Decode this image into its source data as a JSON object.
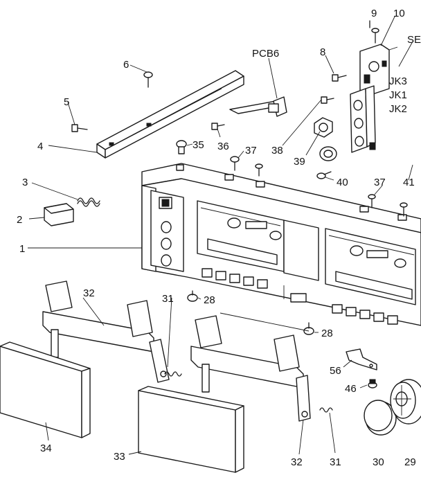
{
  "diagram": {
    "callouts": [
      {
        "id": "c1",
        "text": "1"
      },
      {
        "id": "c2",
        "text": "2"
      },
      {
        "id": "c3",
        "text": "3"
      },
      {
        "id": "c4",
        "text": "4"
      },
      {
        "id": "c5",
        "text": "5"
      },
      {
        "id": "c6",
        "text": "6"
      },
      {
        "id": "c8",
        "text": "8"
      },
      {
        "id": "c9",
        "text": "9"
      },
      {
        "id": "c10",
        "text": "10"
      },
      {
        "id": "cse",
        "text": "SE"
      },
      {
        "id": "cjk3",
        "text": "JK3"
      },
      {
        "id": "cjk1",
        "text": "JK1"
      },
      {
        "id": "cjk2",
        "text": "JK2"
      },
      {
        "id": "cpcb6",
        "text": "PCB6"
      },
      {
        "id": "c35",
        "text": "35"
      },
      {
        "id": "c36",
        "text": "36"
      },
      {
        "id": "c37a",
        "text": "37"
      },
      {
        "id": "c37b",
        "text": "37"
      },
      {
        "id": "c38",
        "text": "38"
      },
      {
        "id": "c39",
        "text": "39"
      },
      {
        "id": "c40",
        "text": "40"
      },
      {
        "id": "c41",
        "text": "41"
      },
      {
        "id": "c32a",
        "text": "32"
      },
      {
        "id": "c32b",
        "text": "32"
      },
      {
        "id": "c31a",
        "text": "31"
      },
      {
        "id": "c31b",
        "text": "31"
      },
      {
        "id": "c28a",
        "text": "28"
      },
      {
        "id": "c28b",
        "text": "28"
      },
      {
        "id": "c56",
        "text": "56"
      },
      {
        "id": "c46",
        "text": "46"
      },
      {
        "id": "c34",
        "text": "34"
      },
      {
        "id": "c33",
        "text": "33"
      },
      {
        "id": "c30",
        "text": "30"
      },
      {
        "id": "c29",
        "text": "29"
      }
    ]
  }
}
